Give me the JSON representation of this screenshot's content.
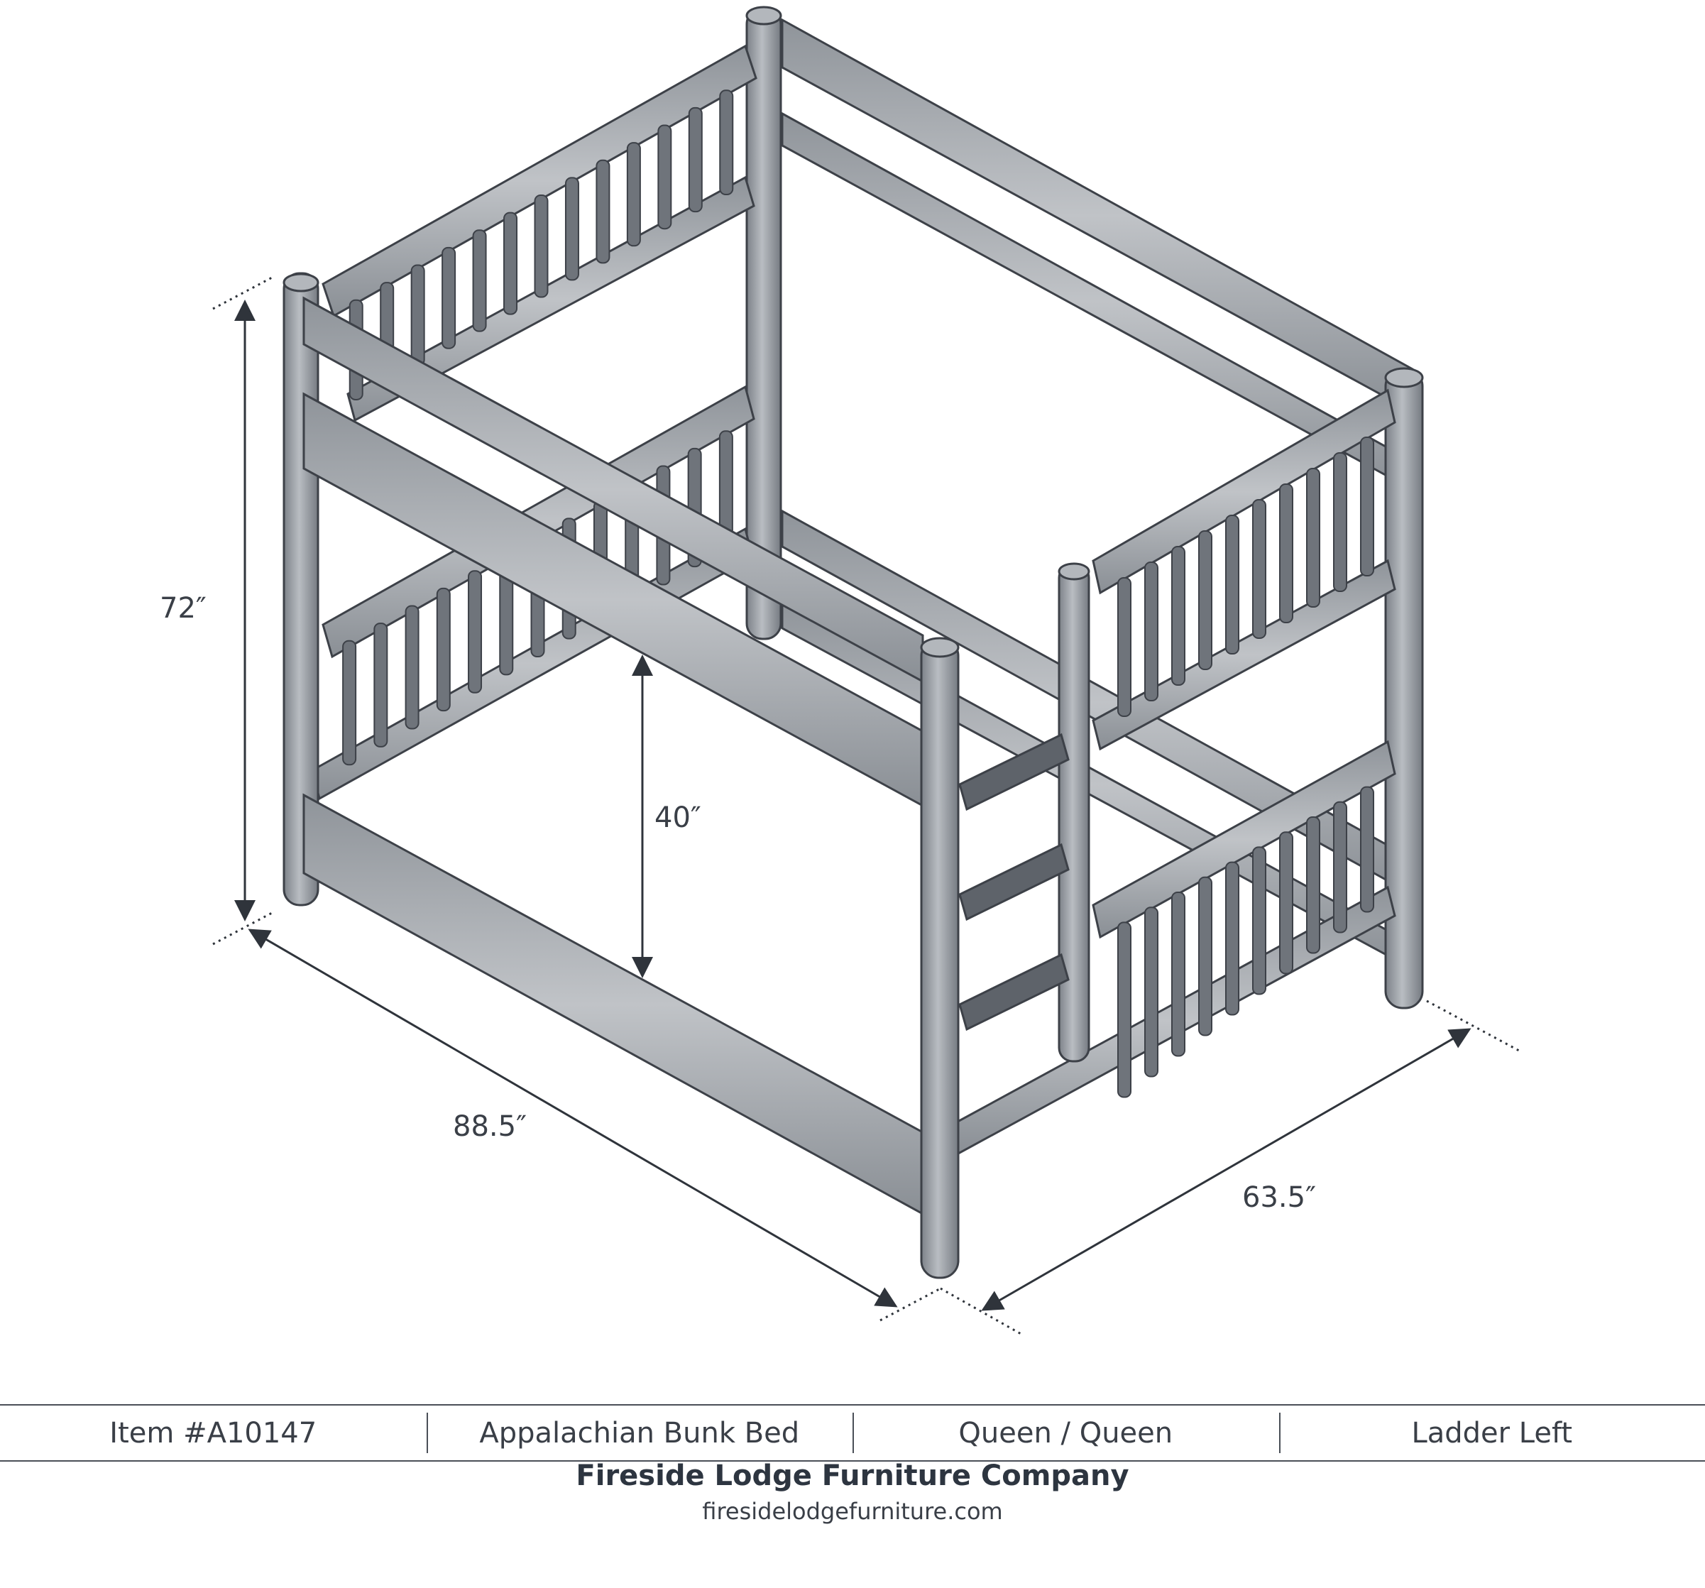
{
  "dimensions": {
    "height": "72″",
    "bottom_clearance": "40″",
    "length": "88.5″",
    "width": "63.5″"
  },
  "info_bar": {
    "item_number": "Item #A10147",
    "product_name": "Appalachian Bunk Bed",
    "size": "Queen / Queen",
    "ladder": "Ladder Left"
  },
  "company": {
    "name": "Fireside Lodge Furniture Company",
    "website": "firesidelodgefurniture.com"
  },
  "colors": {
    "frame_fill": "#a4a8ae",
    "frame_stroke": "#3d4148",
    "frame_dark": "#6f747b",
    "text": "#3a3f47"
  }
}
